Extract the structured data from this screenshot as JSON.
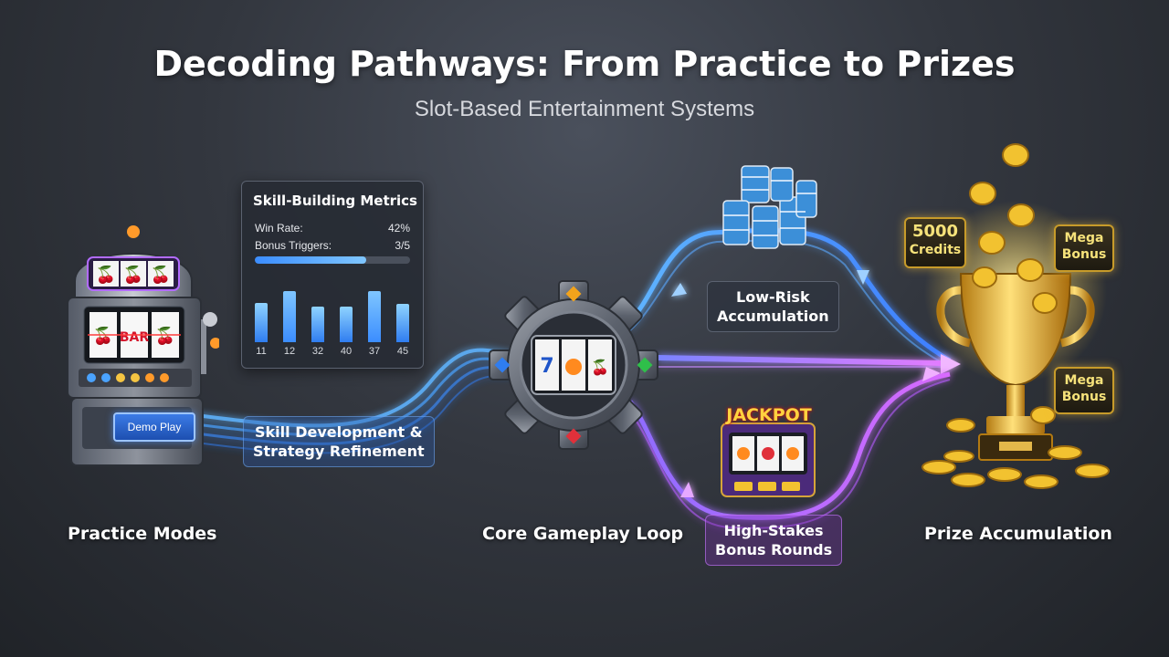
{
  "header": {
    "title": "Decoding Pathways: From Practice to Prizes",
    "subtitle": "Slot-Based Entertainment Systems"
  },
  "stages": {
    "practice": "Practice Modes",
    "core": "Core Gameplay Loop",
    "prize": "Prize Accumulation"
  },
  "practice_machine": {
    "button_label": "Demo Play",
    "reel_symbols": [
      "cherry",
      "cherry",
      "cherry"
    ]
  },
  "metrics_panel": {
    "title": "Skill-Building Metrics",
    "rows": [
      {
        "label": "Win Rate:",
        "value": "42%"
      },
      {
        "label": "Bonus Triggers:",
        "value": "3/5"
      }
    ],
    "progress": 0.72,
    "bars": [
      {
        "label": "11",
        "value": 0.62
      },
      {
        "label": "12",
        "value": 0.8
      },
      {
        "label": "32",
        "value": 0.55
      },
      {
        "label": "40",
        "value": 0.55
      },
      {
        "label": "37",
        "value": 0.8
      },
      {
        "label": "45",
        "value": 0.6
      }
    ]
  },
  "flows": {
    "skill": {
      "line1": "Skill Development &",
      "line2": "Strategy Refinement"
    },
    "low_risk": {
      "line1": "Low-Risk",
      "line2": "Accumulation"
    },
    "high_stakes": {
      "line1": "High-Stakes",
      "line2": "Bonus Rounds"
    }
  },
  "jackpot": {
    "title": "JACKPOT"
  },
  "badges": {
    "credits": {
      "line1": "5000",
      "line2": "Credits"
    },
    "mega_top": {
      "line1": "Mega",
      "line2": "Bonus"
    },
    "mega_bottom": {
      "line1": "Mega",
      "line2": "Bonus"
    }
  },
  "colors": {
    "blue_flow": "#4aa3ff",
    "purple_flow": "#b65cff",
    "gold": "#f2c230",
    "background": "#33373f"
  },
  "icons": [
    "slot-machine-icon",
    "gear-slot-icon",
    "chip-stack-icon",
    "jackpot-machine-icon",
    "trophy-icon",
    "coin-icon"
  ]
}
